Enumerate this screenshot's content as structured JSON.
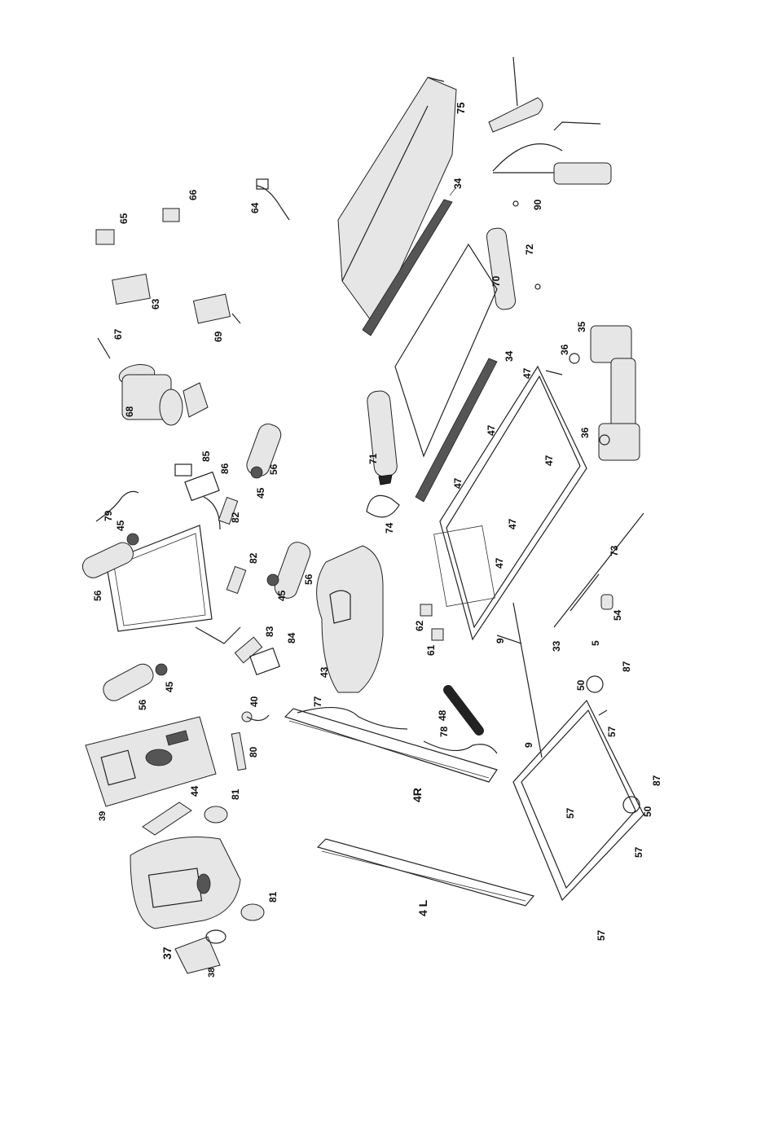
{
  "labels": [
    {
      "id": "75",
      "text": "75"
    },
    {
      "id": "34a",
      "text": "34"
    },
    {
      "id": "34b",
      "text": "34"
    },
    {
      "id": "90",
      "text": "90"
    },
    {
      "id": "72",
      "text": "72"
    },
    {
      "id": "70",
      "text": "70"
    },
    {
      "id": "35",
      "text": "35"
    },
    {
      "id": "36a",
      "text": "36"
    },
    {
      "id": "36b",
      "text": "36"
    },
    {
      "id": "47a",
      "text": "47"
    },
    {
      "id": "47b",
      "text": "47"
    },
    {
      "id": "47c",
      "text": "47"
    },
    {
      "id": "47d",
      "text": "47"
    },
    {
      "id": "47e",
      "text": "47"
    },
    {
      "id": "47f",
      "text": "47"
    },
    {
      "id": "73",
      "text": "73"
    },
    {
      "id": "54",
      "text": "54"
    },
    {
      "id": "33",
      "text": "33"
    },
    {
      "id": "5",
      "text": "5"
    },
    {
      "id": "87a",
      "text": "87"
    },
    {
      "id": "87b",
      "text": "87"
    },
    {
      "id": "50a",
      "text": "50"
    },
    {
      "id": "50b",
      "text": "50"
    },
    {
      "id": "57a",
      "text": "57"
    },
    {
      "id": "57b",
      "text": "57"
    },
    {
      "id": "57c",
      "text": "57"
    },
    {
      "id": "57d",
      "text": "57"
    },
    {
      "id": "9a",
      "text": "9"
    },
    {
      "id": "9b",
      "text": "9"
    },
    {
      "id": "62",
      "text": "62"
    },
    {
      "id": "61",
      "text": "61"
    },
    {
      "id": "71",
      "text": "71"
    },
    {
      "id": "74",
      "text": "74"
    },
    {
      "id": "43",
      "text": "43"
    },
    {
      "id": "48",
      "text": "48"
    },
    {
      "id": "78",
      "text": "78"
    },
    {
      "id": "77",
      "text": "77"
    },
    {
      "id": "4R",
      "text": "4R"
    },
    {
      "id": "4L",
      "text": "4 L"
    },
    {
      "id": "65",
      "text": "65"
    },
    {
      "id": "66",
      "text": "66"
    },
    {
      "id": "64",
      "text": "64"
    },
    {
      "id": "63",
      "text": "63"
    },
    {
      "id": "69",
      "text": "69"
    },
    {
      "id": "67",
      "text": "67"
    },
    {
      "id": "68",
      "text": "68"
    },
    {
      "id": "85",
      "text": "85"
    },
    {
      "id": "86",
      "text": "86"
    },
    {
      "id": "56a",
      "text": "56"
    },
    {
      "id": "56b",
      "text": "56"
    },
    {
      "id": "56c",
      "text": "56"
    },
    {
      "id": "56d",
      "text": "56"
    },
    {
      "id": "45a",
      "text": "45"
    },
    {
      "id": "45b",
      "text": "45"
    },
    {
      "id": "45c",
      "text": "45"
    },
    {
      "id": "45d",
      "text": "45"
    },
    {
      "id": "79",
      "text": "79"
    },
    {
      "id": "82a",
      "text": "82"
    },
    {
      "id": "82b",
      "text": "82"
    },
    {
      "id": "83",
      "text": "83"
    },
    {
      "id": "84",
      "text": "84"
    },
    {
      "id": "40",
      "text": "40"
    },
    {
      "id": "80",
      "text": "80"
    },
    {
      "id": "39",
      "text": "39"
    },
    {
      "id": "44",
      "text": "44"
    },
    {
      "id": "81a",
      "text": "81"
    },
    {
      "id": "81b",
      "text": "81"
    },
    {
      "id": "37",
      "text": "37"
    },
    {
      "id": "38",
      "text": "38"
    }
  ]
}
